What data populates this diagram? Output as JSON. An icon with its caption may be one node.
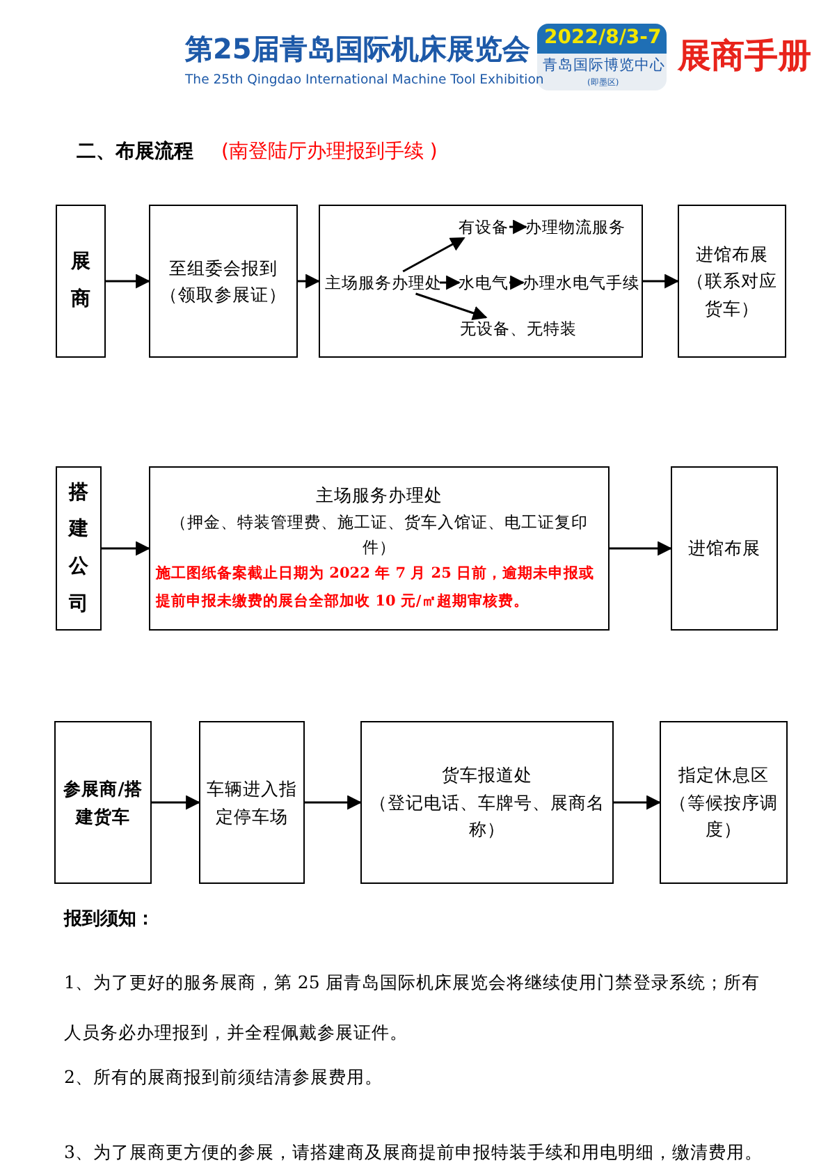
{
  "diagram": {
    "title": "二、布展流程",
    "nodes": [
      {
        "text": [
          "展商"
        ]
      },
      {
        "text": [
          "至组委会报到",
          "（领取参展证）"
        ]
      },
      {
        "text": [],
        "shape": "box"
      },
      {
        "text": [
          "主场服务办理处"
        ],
        "in": 2
      },
      {
        "text": [
          "有设备"
        ],
        "in": 2
      },
      {
        "text": [
          "办理物流服务"
        ],
        "in": 2
      },
      {
        "text": [
          "水电气"
        ],
        "in": 2
      },
      {
        "text": [
          "办理水电气手续"
        ],
        "in": 2
      },
      {
        "text": [
          "无设备、无特装"
        ],
        "in": 2
      },
      {
        "text": [
          "进馆布展",
          "（联系对应货车）"
        ]
      },
      {
        "text": [
          "搭建公司"
        ]
      },
      {
        "text": [
          "主场服务办理处",
          "（押金、特装管理费、施工证、货车入馆证、电工证复印件）",
          "施工图纸备案截止日期为 2022 年 7 月 25 日前，逾期未申报或提前申报未缴费的展台全部加收 10 元/㎡超期审核费。"
        ]
      },
      {
        "text": [
          "进馆布展"
        ]
      },
      {
        "text": [
          "参展商/搭建货车"
        ]
      },
      {
        "text": [
          "车辆进入指定停车场"
        ]
      },
      {
        "text": [
          "货车报道处",
          "（登记电话、车牌号、展商名称）"
        ]
      },
      {
        "text": [
          "指定休息区",
          "（等候按序调度）"
        ]
      }
    ],
    "edges": [
      {
        "from": 0,
        "to": 1,
        "arrow": "to"
      },
      {
        "from": 1,
        "to": 2,
        "arrow": "to"
      },
      {
        "from": 3,
        "to": 4,
        "arrow": "to"
      },
      {
        "from": 4,
        "to": 5,
        "arrow": "to"
      },
      {
        "from": 3,
        "to": 6,
        "arrow": "to"
      },
      {
        "from": 6,
        "to": 7,
        "arrow": "to"
      },
      {
        "from": 3,
        "to": 8,
        "arrow": "to"
      },
      {
        "from": 2,
        "to": 9,
        "arrow": "to"
      },
      {
        "from": 10,
        "to": 11,
        "arrow": "to"
      },
      {
        "from": 11,
        "to": 12,
        "arrow": "to"
      },
      {
        "from": 13,
        "to": 14,
        "arrow": "to"
      },
      {
        "from": 14,
        "to": 15,
        "arrow": "to"
      },
      {
        "from": 15,
        "to": 16,
        "arrow": "to"
      }
    ],
    "labels": [
      "第25届青岛国际机床展览会",
      "The 25th Qingdao International Machine Tool Exhibition",
      "2022/8/3-7",
      "青岛国际博览中心",
      "(即墨区)",
      "展商手册",
      "(南登陆厅办理报到手续 )",
      "报到须知：",
      "1、为了更好的服务展商，第 25 届青岛国际机床展览会将继续使用门禁登录系统；所有人员务必办理报到，并全程佩戴参展证件。",
      "2、所有的展商报到前须结清参展费用。",
      "3、为了展商更方便的参展，请搭建商及展商提前申报特装手续和用电明细，缴清费用。"
    ]
  }
}
